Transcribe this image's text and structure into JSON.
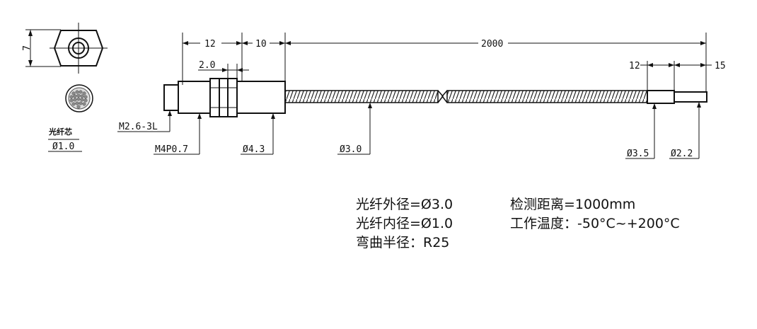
{
  "drawing": {
    "dims": {
      "hex_width": "7",
      "body_length": "12",
      "nut_length": "10",
      "cable_length": "2000",
      "nut_thickness": "2.0",
      "tip_length": "12",
      "tip_end": "15"
    },
    "callouts": {
      "fiber_core_label": "光纤芯",
      "fiber_core_dia": "Ø1.0",
      "thread_small": "M2.6-3L",
      "thread_main": "M4P0.7",
      "body_dia": "Ø4.3",
      "cable_dia": "Ø3.0",
      "sleeve_dia": "Ø3.5",
      "tip_dia": "Ø2.2"
    }
  },
  "specs": {
    "left": [
      "光纤外径=Ø3.0",
      "光纤内径=Ø1.0",
      "弯曲半径：R25"
    ],
    "right": [
      "检测距离=1000mm",
      "工作温度：-50°C~+200°C"
    ]
  }
}
